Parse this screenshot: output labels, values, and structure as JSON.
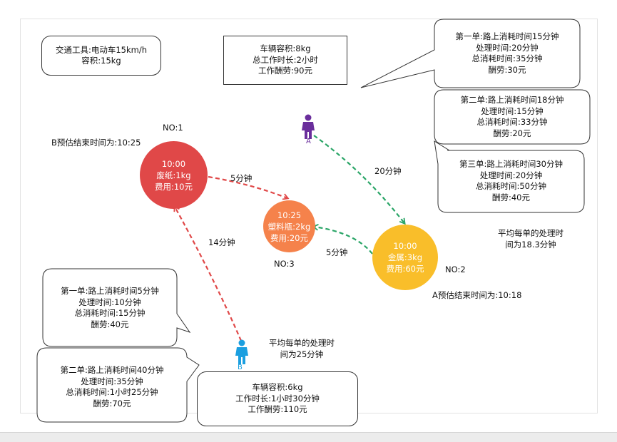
{
  "vehicle_info": [
    "交通工具:电动车15km/h",
    "容积:15kg"
  ],
  "courier_a": {
    "label": "A",
    "summary": [
      "车辆容积:8kg",
      "总工作时长:2小时",
      "工作酬劳:90元"
    ],
    "orders": [
      [
        "第一单:路上消耗时间15分钟",
        "处理时间:20分钟",
        "总消耗时间:35分钟",
        "酬劳:30元"
      ],
      [
        "第二单:路上消耗时间18分钟",
        "处理时间:15分钟",
        "总消耗时间:33分钟",
        "酬劳:20元"
      ],
      [
        "第三单:路上消耗时间30分钟",
        "处理时间:20分钟",
        "总消耗时间:50分钟",
        "酬劳:40元"
      ]
    ],
    "avg": [
      "平均每单的处理时",
      "间为18.3分钟"
    ],
    "eta": "A预估结束时间为:10:18"
  },
  "courier_b": {
    "label": "B",
    "summary": [
      "车辆容积:6kg",
      "工作时长:1小时30分钟",
      "工作酬劳:110元"
    ],
    "orders": [
      [
        "第一单:路上消耗时间5分钟",
        "处理时间:10分钟",
        "总消耗时间:15分钟",
        "酬劳:40元"
      ],
      [
        "第二单:路上消耗时间40分钟",
        "处理时间:35分钟",
        "总消耗时间:1小时25分钟",
        "酬劳:70元"
      ]
    ],
    "avg": [
      "平均每单的处理时",
      "间为25分钟"
    ],
    "eta": "B预估结束时间为:10:25"
  },
  "nodes": [
    {
      "id": "NO:1",
      "time": "10:00",
      "item": "废纸:1kg",
      "fee": "费用:10元",
      "color": "#e04848"
    },
    {
      "id": "NO:2",
      "time": "10:00",
      "item": "金属:3kg",
      "fee": "费用:60元",
      "color": "#f9be2a"
    },
    {
      "id": "NO:3",
      "time": "10:25",
      "item": "塑料瓶:2kg",
      "fee": "费用:20元",
      "color": "#f5824b"
    }
  ],
  "edges": [
    {
      "label": "5分钟",
      "color": "#e04848"
    },
    {
      "label": "14分钟",
      "color": "#e04848"
    },
    {
      "label": "20分钟",
      "color": "#2aa567"
    },
    {
      "label": "5分钟",
      "color": "#2aa567"
    }
  ],
  "person_colors": {
    "A": "#6a2e9c",
    "B": "#1b9fe0"
  }
}
